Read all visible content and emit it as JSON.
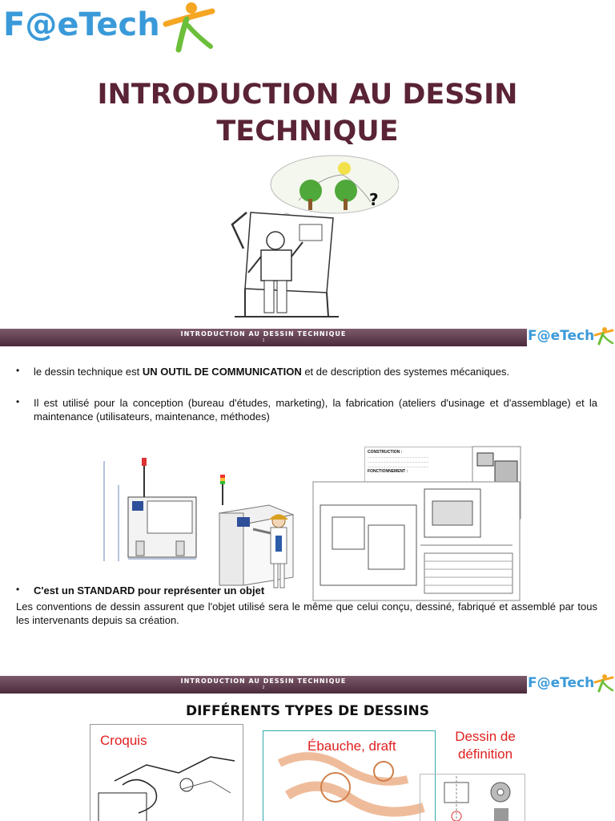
{
  "header": {
    "logo_text": "F@eTech"
  },
  "slide1": {
    "title_line1": "INTRODUCTION AU DESSIN",
    "title_line2": "TECHNIQUE"
  },
  "band1": {
    "title": "INTRODUCTION AU DESSIN TECHNIQUE",
    "page": "1",
    "logo_text": "F@eTech"
  },
  "slide2": {
    "bullet1_pre": "le dessin technique est ",
    "bullet1_bold": "UN OUTIL DE COMMUNICATION",
    "bullet1_post": " et de description des systemes mécaniques.",
    "bullet2": "Il est utilisé pour la conception (bureau d'études, marketing), la fabrication (ateliers d'usinage et d'assemblage) et la maintenance (utilisateurs, maintenance,  méthodes)",
    "bullet3_bold": "C'est un STANDARD pour représenter un objet",
    "paragraph": "Les conventions de dessin assurent que l'objet utilisé sera le même que celui conçu, dessiné, fabriqué et assemblé par tous les intervenants depuis sa création.",
    "doc_heading1": "CONSTRUCTION :",
    "doc_heading2": "FONCTIONNEMENT :"
  },
  "band2": {
    "title": "INTRODUCTION AU DESSIN TECHNIQUE",
    "page": "2",
    "logo_text": "F@eTech"
  },
  "slide3": {
    "title": "DIFFÉRENTS TYPES DE DESSINS",
    "label_croquis": "Croquis",
    "label_ebauche": "Ébauche, draft",
    "label_definition_line1": "Dessin de",
    "label_definition_line2": "définition"
  },
  "colors": {
    "title": "#5a2336",
    "band": "#5e3b4d",
    "logo": "#3a9ad9",
    "red_label": "#e02020"
  }
}
